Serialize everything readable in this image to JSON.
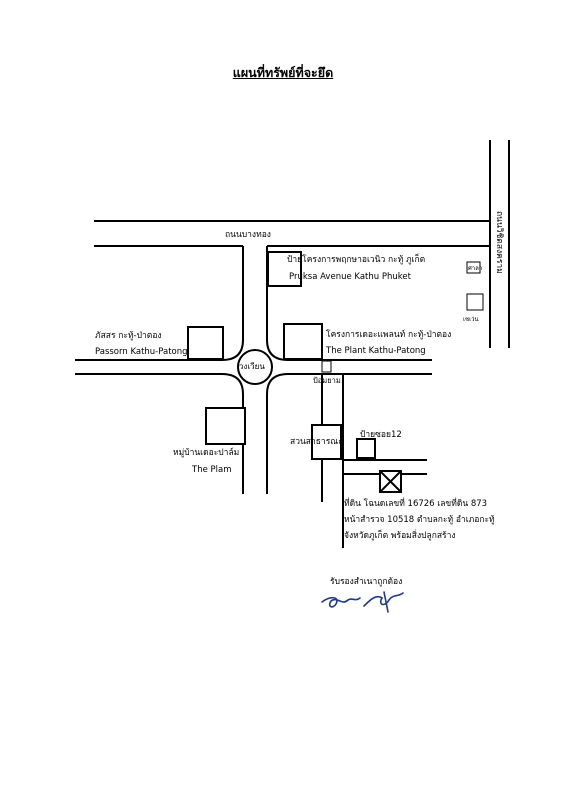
{
  "title": "แผนที่ทรัพย์ที่จะยึด",
  "roads": {
    "main": "ถนนบางทอง",
    "vertical": "ถนนวิชิตสงคราม",
    "roundabout": "วงเวียน"
  },
  "places": {
    "pruksa_th": "ป้ายโครงการพฤกษาอเวนิว กะทู้ ภูเก็ต",
    "pruksa_en": "Pruksa Avenue Kathu Phuket",
    "passorn_th": "ภัสสร กะทู้-ป่าตอง",
    "passorn_en": "Passorn Kathu-Patong",
    "plant_th": "โครงการเดอะแพลนท์ กะทู้-ป่าตอง",
    "plant_en": "The Plant Kathu-Patong",
    "police": "ป้อมยาม",
    "plam_th": "หมู่บ้านเดอะปาล์ม",
    "plam_en": "The Plam",
    "park": "สวนสาธารณะ",
    "soi12": "ป้ายซอย12",
    "sala": "ศาลา",
    "sevenEleven": "เซเว่น"
  },
  "land_note": {
    "line1": "ที่ดิน โฉนดเลขที่ 16726 เลขที่ดิน 873",
    "line2": "หน้าสำรวจ 10518 ตำบลกะทู้ อำเภอกะทู้",
    "line3": "จังหวัดภูเก็ต พร้อมสิ่งปลูกสร้าง"
  },
  "certification": "รับรองสำเนาถูกต้อง",
  "colors": {
    "signature": "#1f3a8a",
    "ink": "#000000"
  }
}
